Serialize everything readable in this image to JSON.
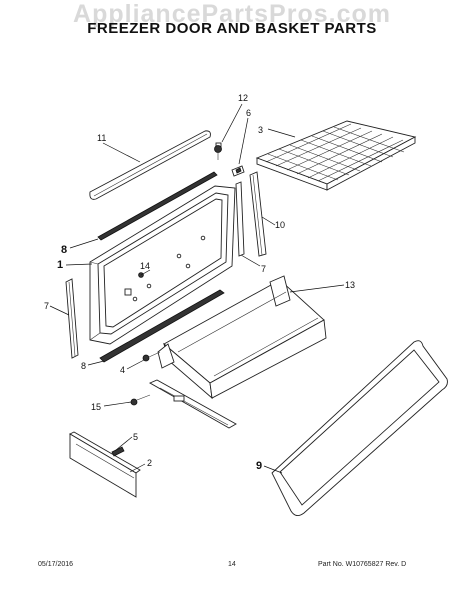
{
  "header": {
    "watermark": "AppliancePartsPros.com",
    "title": "FREEZER DOOR AND BASKET PARTS"
  },
  "callouts": {
    "c12": "12",
    "c6": "6",
    "c3": "3",
    "c11": "11",
    "c8a": "8",
    "c1": "1",
    "c14": "14",
    "c10": "10",
    "c7a": "7",
    "c7b": "7",
    "c13": "13",
    "c8b": "8",
    "c4": "4",
    "c15": "15",
    "c5": "5",
    "c2": "2",
    "c9": "9"
  },
  "footer": {
    "date": "05/17/2016",
    "page": "14",
    "part_no": "Part No. W10765827  Rev. D"
  }
}
